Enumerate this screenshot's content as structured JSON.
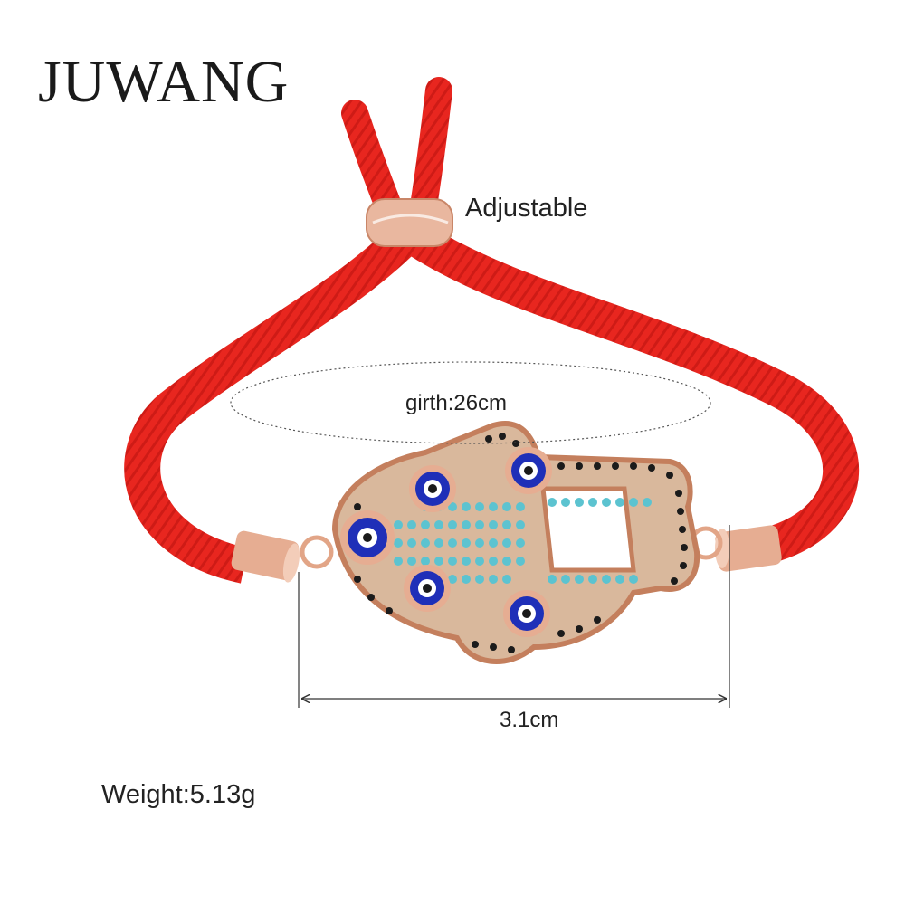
{
  "brand": "JUWANG",
  "labels": {
    "adjustable": "Adjustable",
    "girth": "girth:26cm",
    "width": "3.1cm",
    "weight": "Weight:5.13g"
  },
  "colors": {
    "cord": "#e8261f",
    "metal": "#e2a587",
    "turquoise": "#5cc3d0",
    "onyx": "#1b1b1b",
    "evil_eye_blue": "#1f2fb8"
  }
}
